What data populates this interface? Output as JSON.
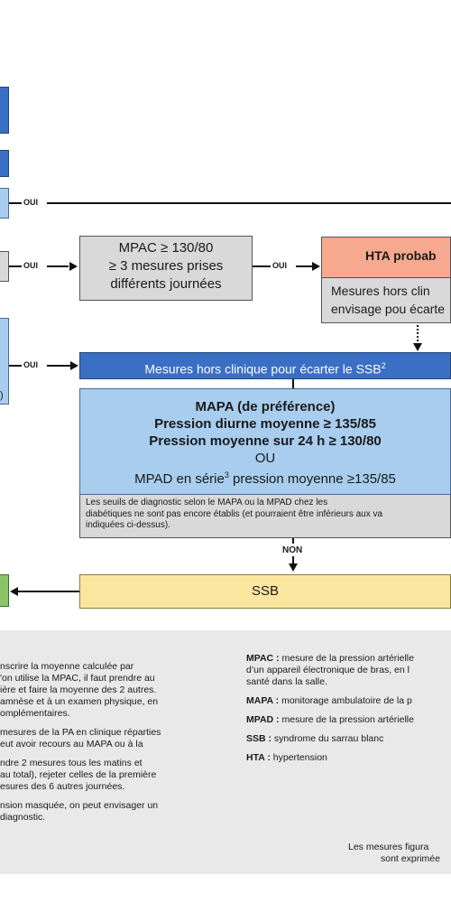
{
  "labels": {
    "oui": "OUI",
    "non": "NON"
  },
  "box_mpac": {
    "line1": "MPAC ≥ 130/80",
    "line2": "≥ 3 mesures prises",
    "line3": "différents journées"
  },
  "box_hta": {
    "title": "HTA probab",
    "line1": "Mesures hors clin",
    "line2": "envisage pou écarte"
  },
  "bar_ssb": {
    "text": "Mesures hors clinique pour écarter le SSB",
    "sup": "2"
  },
  "box_mapa": {
    "line1": "MAPA (de préférence)",
    "line2": "Pression diurne moyenne ≥ 135/85",
    "line3": "Pression moyenne sur 24 h ≥ 130/80",
    "line4": "OU",
    "line5_pre": "MPAD en série",
    "line5_sup": "3",
    "line5_post": " pression moyenne ≥135/85"
  },
  "note": {
    "line1": "Les seuils de diagnostic selon le MAPA ou la MPAD chez les",
    "line2": "diabétiques ne sont pas encore établis (et pourraient être inférieurs aux va",
    "line3": "indiquées ci-dessus)."
  },
  "box_ssb": {
    "text": "SSB"
  },
  "footer_left": [
    {
      "l1": "nscrire la moyenne calculée par",
      "l2": "'on utilise la MPAC, il faut prendre au",
      "l3": "ière et faire la moyenne des 2 autres.",
      "l4": "amnèse et à un examen physique, en",
      "l5": "omplémentaires."
    },
    {
      "l1": "mesures de la PA en clinique réparties",
      "l2": "eut avoir recours au MAPA ou à la",
      "l3": ""
    },
    {
      "l1": "ndre 2 mesures tous les matins et",
      "l2": "au total), rejeter celles de la première",
      "l3": "esures des 6 autres journées."
    },
    {
      "l1": "nsion masquée, on peut envisager un",
      "l2": "diagnostic."
    }
  ],
  "footer_right": [
    {
      "key": "MPAC :",
      "l1": " mesure de la pression artérielle",
      "l2": "d’un appareil électronique de bras, en l",
      "l3": "santé dans la salle."
    },
    {
      "key": "MAPA :",
      "l1": " monitorage ambulatoire de la p"
    },
    {
      "key": "MPAD :",
      "l1": " mesure de la pression artérielle"
    },
    {
      "key": "SSB :",
      "l1": " syndrome du sarrau blanc"
    },
    {
      "key": "HTA :",
      "l1": " hypertension"
    }
  ],
  "footer_note": {
    "l1": "Les mesures figura",
    "l2": "sont exprimée"
  },
  "colors": {
    "blue_dark": "#3a6fc4",
    "blue_light": "#a9cdee",
    "salmon": "#f6a98f",
    "yellow": "#fbe6a0",
    "green": "#8cc46a",
    "grey": "#d9d9d9"
  }
}
